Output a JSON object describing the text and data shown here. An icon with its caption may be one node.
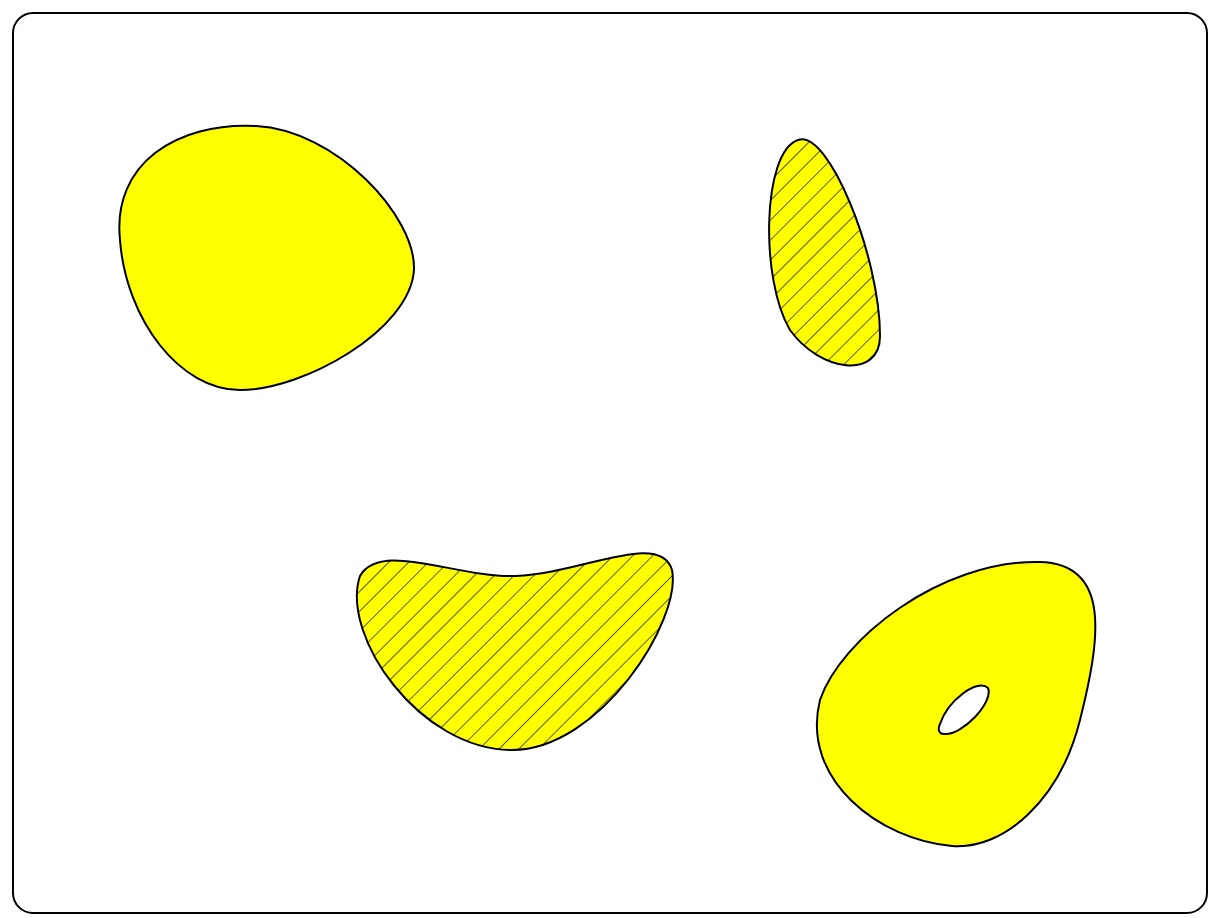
{
  "diagram": {
    "nodes": [
      {
        "text": [],
        "shape": "box"
      },
      {
        "text": [],
        "shape": "blob",
        "in": 0
      },
      {
        "text": [],
        "shape": "blob",
        "in": 0
      },
      {
        "text": [],
        "shape": "blob",
        "in": 0
      },
      {
        "text": [],
        "shape": "blob",
        "in": 0
      }
    ]
  }
}
